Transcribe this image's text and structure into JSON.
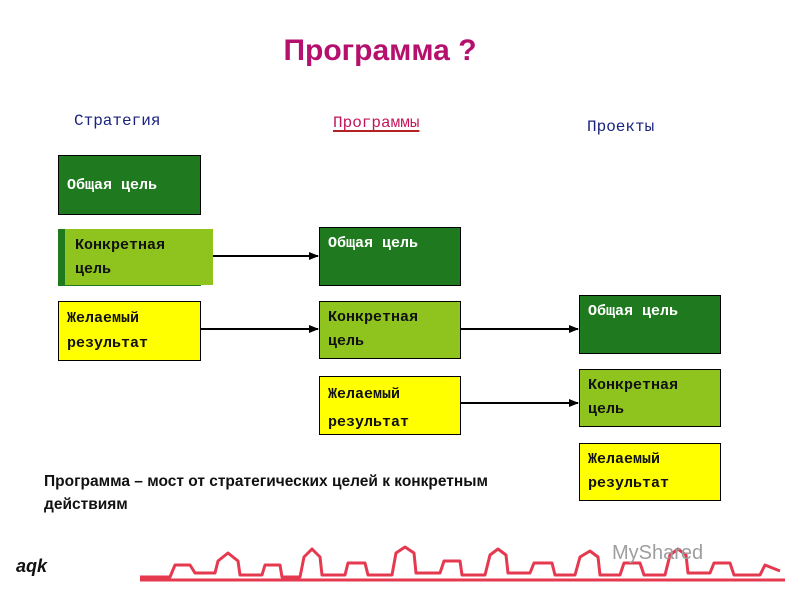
{
  "title": "Программа ?",
  "columns": {
    "strategy": "Стратегия",
    "programs": "Программы",
    "projects": "Проекты"
  },
  "strategy_boxes": {
    "general_goal": "Общая цель",
    "concrete_goal": "Конкретная цель",
    "desired_result": "Желаемый результат"
  },
  "program_boxes": {
    "general_goal": "Общая цель",
    "concrete_goal": "Конкретная цель",
    "desired_result": "Желаемый результат"
  },
  "project_boxes": {
    "general_goal": "Общая цель",
    "concrete_goal": "Конкретная цель",
    "desired_result": "Желаемый результат"
  },
  "note": "Программа – мост от стратегических целей к конкретным действиям",
  "logo_text": "aqk",
  "watermark_text": "MyShared",
  "colors": {
    "title": "#b5106e",
    "dark_green": "#1f7a1f",
    "light_green": "#8fc41f",
    "yellow": "#ffff00",
    "decor_red": "#e53950"
  }
}
